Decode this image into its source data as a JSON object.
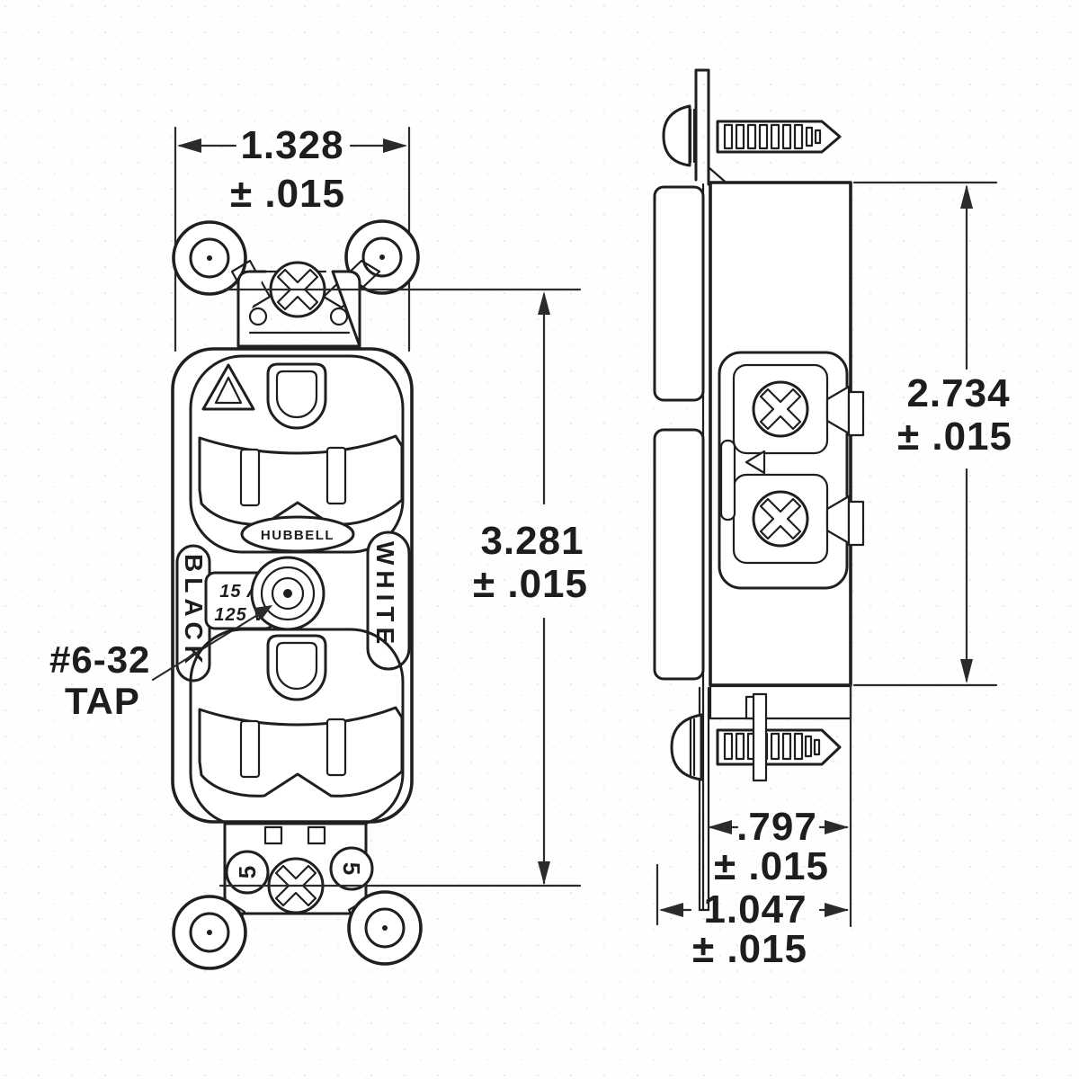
{
  "drawing": {
    "ink_color": "#1f1f1f",
    "paper_color": "#ffffff",
    "device_markings": {
      "brand": "HUBBELL",
      "left_terminal_label": "BLACK",
      "right_terminal_label": "WHITE",
      "rating_line1": "15 A",
      "rating_line2": "125 V",
      "screw_mark_left": "5",
      "screw_mark_right": "5"
    },
    "callout": {
      "line1": "#6-32",
      "line2": "TAP"
    },
    "dimensions": {
      "front_width": {
        "value": "1.328",
        "tolerance": "± .015"
      },
      "mount_span": {
        "value": "3.281",
        "tolerance": "± .015"
      },
      "body_height": {
        "value": "2.734",
        "tolerance": "± .015"
      },
      "body_depth": {
        "value": ".797",
        "tolerance": "± .015"
      },
      "overall_depth": {
        "value": "1.047",
        "tolerance": "± .015"
      }
    }
  }
}
